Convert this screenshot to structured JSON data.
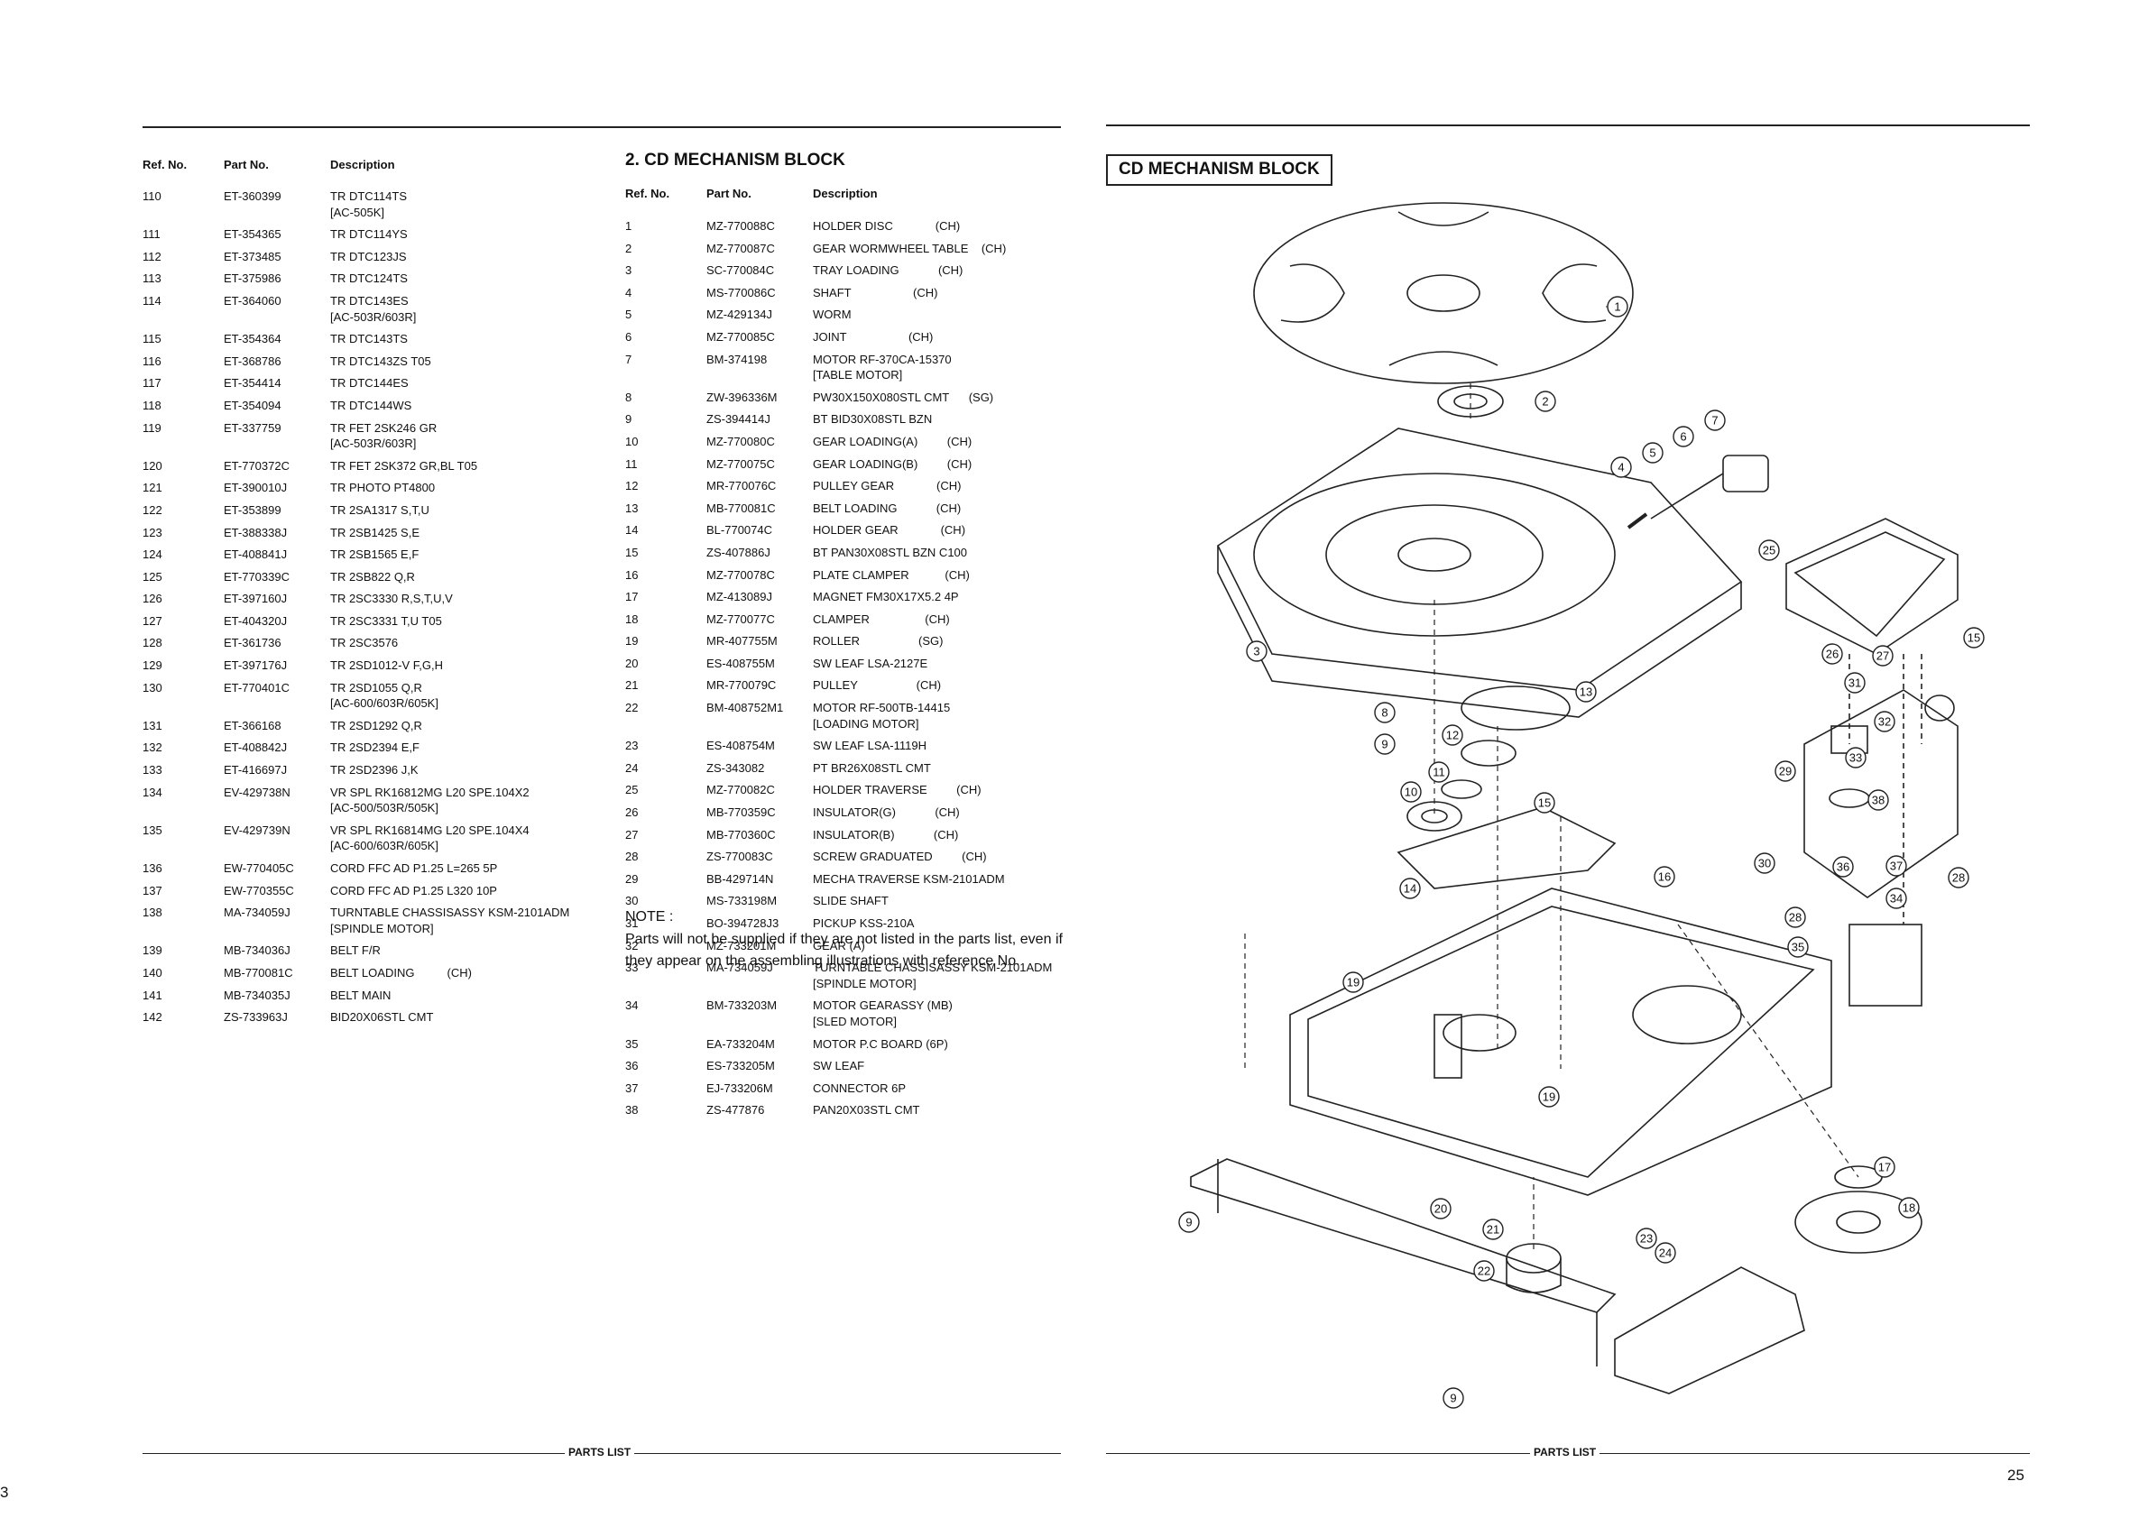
{
  "left_page": {
    "headers": {
      "ref": "Ref. No.",
      "part": "Part No.",
      "desc": "Description"
    },
    "rows": [
      {
        "ref": "110",
        "part": "ET-360399",
        "desc": "TR DTC114TS"
      },
      {
        "ref": "",
        "part": "",
        "desc": "[AC-505K]"
      },
      {
        "ref": "111",
        "part": "ET-354365",
        "desc": "TR DTC114YS"
      },
      {
        "ref": "112",
        "part": "ET-373485",
        "desc": "TR DTC123JS"
      },
      {
        "ref": "113",
        "part": "ET-375986",
        "desc": "TR DTC124TS"
      },
      {
        "ref": "114",
        "part": "ET-364060",
        "desc": "TR DTC143ES"
      },
      {
        "ref": "",
        "part": "",
        "desc": "[AC-503R/603R]"
      },
      {
        "ref": "115",
        "part": "ET-354364",
        "desc": "TR DTC143TS"
      },
      {
        "ref": "116",
        "part": "ET-368786",
        "desc": "TR DTC143ZS T05"
      },
      {
        "ref": "117",
        "part": "ET-354414",
        "desc": "TR DTC144ES"
      },
      {
        "ref": "118",
        "part": "ET-354094",
        "desc": "TR DTC144WS"
      },
      {
        "ref": "119",
        "part": "ET-337759",
        "desc": "TR FET 2SK246 GR"
      },
      {
        "ref": "",
        "part": "",
        "desc": "[AC-503R/603R]"
      },
      {
        "ref": "120",
        "part": "ET-770372C",
        "desc": "TR FET 2SK372 GR,BL T05"
      },
      {
        "ref": "121",
        "part": "ET-390010J",
        "desc": "TR PHOTO PT4800"
      },
      {
        "ref": "122",
        "part": "ET-353899",
        "desc": "TR 2SA1317 S,T,U"
      },
      {
        "ref": "123",
        "part": "ET-388338J",
        "desc": "TR 2SB1425 S,E"
      },
      {
        "ref": "124",
        "part": "ET-408841J",
        "desc": "TR 2SB1565 E,F"
      },
      {
        "ref": "125",
        "part": "ET-770339C",
        "desc": "TR 2SB822 Q,R"
      },
      {
        "ref": "126",
        "part": "ET-397160J",
        "desc": "TR 2SC3330 R,S,T,U,V"
      },
      {
        "ref": "127",
        "part": "ET-404320J",
        "desc": "TR 2SC3331 T,U T05"
      },
      {
        "ref": "128",
        "part": "ET-361736",
        "desc": "TR 2SC3576"
      },
      {
        "ref": "129",
        "part": "ET-397176J",
        "desc": "TR 2SD1012-V F,G,H"
      },
      {
        "ref": "130",
        "part": "ET-770401C",
        "desc": "TR 2SD1055 Q,R"
      },
      {
        "ref": "",
        "part": "",
        "desc": "[AC-600/603R/605K]"
      },
      {
        "ref": "131",
        "part": "ET-366168",
        "desc": "TR 2SD1292 Q,R"
      },
      {
        "ref": "132",
        "part": "ET-408842J",
        "desc": "TR 2SD2394 E,F"
      },
      {
        "ref": "133",
        "part": "ET-416697J",
        "desc": "TR 2SD2396 J,K"
      },
      {
        "ref": "134",
        "part": "EV-429738N",
        "desc": "VR SPL RK16812MG L20 SPE.104X2"
      },
      {
        "ref": "",
        "part": "",
        "desc": "[AC-500/503R/505K]"
      },
      {
        "ref": "135",
        "part": "EV-429739N",
        "desc": "VR SPL RK16814MG L20 SPE.104X4"
      },
      {
        "ref": "",
        "part": "",
        "desc": "[AC-600/603R/605K]"
      },
      {
        "ref": "136",
        "part": "EW-770405C",
        "desc": "CORD FFC AD P1.25 L=265 5P"
      },
      {
        "ref": "137",
        "part": "EW-770355C",
        "desc": "CORD FFC AD P1.25 L320 10P"
      },
      {
        "ref": "138",
        "part": "MA-734059J",
        "desc": "TURNTABLE CHASSISASSY KSM-2101ADM"
      },
      {
        "ref": "",
        "part": "",
        "desc": "[SPINDLE MOTOR]"
      },
      {
        "ref": "139",
        "part": "MB-734036J",
        "desc": "BELT F/R"
      },
      {
        "ref": "140",
        "part": "MB-770081C",
        "desc": "BELT LOADING          (CH)"
      },
      {
        "ref": "141",
        "part": "MB-734035J",
        "desc": "BELT MAIN"
      },
      {
        "ref": "142",
        "part": "ZS-733963J",
        "desc": "BID20X06STL CMT"
      }
    ]
  },
  "cd_block": {
    "title": "2. CD MECHANISM BLOCK",
    "headers": {
      "ref": "Ref. No.",
      "part": "Part No.",
      "desc": "Description"
    },
    "rows": [
      {
        "ref": "1",
        "part": "MZ-770088C",
        "desc": "HOLDER DISC             (CH)"
      },
      {
        "ref": "2",
        "part": "MZ-770087C",
        "desc": "GEAR WORMWHEEL TABLE    (CH)"
      },
      {
        "ref": "3",
        "part": "SC-770084C",
        "desc": "TRAY LOADING            (CH)"
      },
      {
        "ref": "4",
        "part": "MS-770086C",
        "desc": "SHAFT                   (CH)"
      },
      {
        "ref": "5",
        "part": "MZ-429134J",
        "desc": "WORM"
      },
      {
        "ref": "6",
        "part": "MZ-770085C",
        "desc": "JOINT                   (CH)"
      },
      {
        "ref": "7",
        "part": "BM-374198",
        "desc": "MOTOR RF-370CA-15370"
      },
      {
        "ref": "",
        "part": "",
        "desc": "[TABLE MOTOR]"
      },
      {
        "ref": "8",
        "part": "ZW-396336M",
        "desc": "PW30X150X080STL CMT      (SG)"
      },
      {
        "ref": "9",
        "part": "ZS-394414J",
        "desc": "BT BID30X08STL BZN"
      },
      {
        "ref": "10",
        "part": "MZ-770080C",
        "desc": "GEAR LOADING(A)         (CH)"
      },
      {
        "ref": "11",
        "part": "MZ-770075C",
        "desc": "GEAR LOADING(B)         (CH)"
      },
      {
        "ref": "12",
        "part": "MR-770076C",
        "desc": "PULLEY GEAR             (CH)"
      },
      {
        "ref": "13",
        "part": "MB-770081C",
        "desc": "BELT LOADING            (CH)"
      },
      {
        "ref": "14",
        "part": "BL-770074C",
        "desc": "HOLDER GEAR             (CH)"
      },
      {
        "ref": "15",
        "part": "ZS-407886J",
        "desc": "BT PAN30X08STL BZN C100"
      },
      {
        "ref": "16",
        "part": "MZ-770078C",
        "desc": "PLATE CLAMPER           (CH)"
      },
      {
        "ref": "17",
        "part": "MZ-413089J",
        "desc": "MAGNET FM30X17X5.2 4P"
      },
      {
        "ref": "18",
        "part": "MZ-770077C",
        "desc": "CLAMPER                 (CH)"
      },
      {
        "ref": "19",
        "part": "MR-407755M",
        "desc": "ROLLER                  (SG)"
      },
      {
        "ref": "20",
        "part": "ES-408755M",
        "desc": "SW LEAF LSA-2127E"
      },
      {
        "ref": "21",
        "part": "MR-770079C",
        "desc": "PULLEY                  (CH)"
      },
      {
        "ref": "22",
        "part": "BM-408752M1",
        "desc": "MOTOR RF-500TB-14415"
      },
      {
        "ref": "",
        "part": "",
        "desc": "[LOADING MOTOR]"
      },
      {
        "ref": "23",
        "part": "ES-408754M",
        "desc": "SW LEAF LSA-1119H"
      },
      {
        "ref": "24",
        "part": "ZS-343082",
        "desc": "PT BR26X08STL CMT"
      },
      {
        "ref": "25",
        "part": "MZ-770082C",
        "desc": "HOLDER TRAVERSE         (CH)"
      },
      {
        "ref": "26",
        "part": "MB-770359C",
        "desc": "INSULATOR(G)            (CH)"
      },
      {
        "ref": "27",
        "part": "MB-770360C",
        "desc": "INSULATOR(B)            (CH)"
      },
      {
        "ref": "28",
        "part": "ZS-770083C",
        "desc": "SCREW GRADUATED         (CH)"
      },
      {
        "ref": "29",
        "part": "BB-429714N",
        "desc": "MECHA TRAVERSE KSM-2101ADM"
      },
      {
        "ref": "30",
        "part": "MS-733198M",
        "desc": "SLIDE SHAFT"
      },
      {
        "ref": "31",
        "part": "BO-394728J3",
        "desc": "PICKUP KSS-210A"
      },
      {
        "ref": "32",
        "part": "MZ-733201M",
        "desc": "GEAR (A)"
      },
      {
        "ref": "33",
        "part": "MA-734059J",
        "desc": "TURNTABLE CHASSISASSY KSM-2101ADM"
      },
      {
        "ref": "",
        "part": "",
        "desc": "[SPINDLE MOTOR]"
      },
      {
        "ref": "34",
        "part": "BM-733203M",
        "desc": "MOTOR GEARASSY (MB)"
      },
      {
        "ref": "",
        "part": "",
        "desc": "[SLED MOTOR]"
      },
      {
        "ref": "35",
        "part": "EA-733204M",
        "desc": "MOTOR P.C BOARD (6P)"
      },
      {
        "ref": "36",
        "part": "ES-733205M",
        "desc": "SW LEAF"
      },
      {
        "ref": "37",
        "part": "EJ-733206M",
        "desc": "CONNECTOR 6P"
      },
      {
        "ref": "38",
        "part": "ZS-477876",
        "desc": "PAN20X03STL CMT"
      }
    ],
    "note_title": "NOTE :",
    "note_text": "Parts will not be supplied if they are not listed in the parts list, even if they appear on the assembling illustrations with reference No."
  },
  "right_page": {
    "box_title": "CD MECHANISM BLOCK",
    "callouts": [
      "1",
      "2",
      "3",
      "4",
      "5",
      "6",
      "7",
      "8",
      "9",
      "10",
      "11",
      "12",
      "13",
      "14",
      "15",
      "16",
      "17",
      "18",
      "19",
      "20",
      "21",
      "22",
      "23",
      "24",
      "25",
      "26",
      "27",
      "28",
      "29",
      "30",
      "31",
      "32",
      "33",
      "34",
      "35",
      "36",
      "37",
      "38"
    ]
  },
  "footer": {
    "left_label": "PARTS LIST",
    "right_label": "PARTS LIST",
    "page_number": "25",
    "edge_number": "3"
  }
}
